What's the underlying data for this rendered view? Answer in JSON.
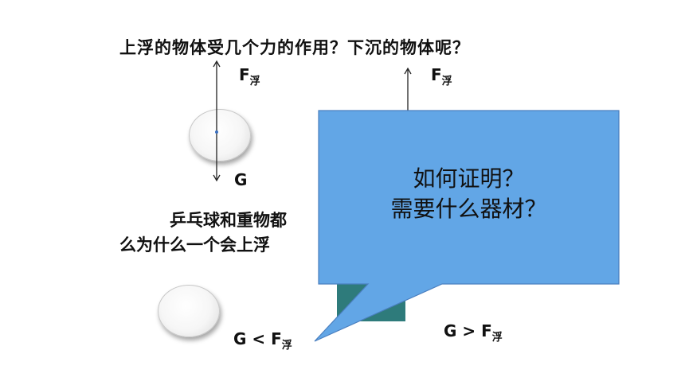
{
  "title": "上浮的物体受几个力的作用？下沉的物体呢？",
  "left_force_up": {
    "main": "F",
    "sub": "浮"
  },
  "left_force_down": "G",
  "right_force_up": {
    "main": "F",
    "sub": "浮"
  },
  "paragraph": {
    "line1": "乒乓球和重物都",
    "line2": "么为什么一个会上浮"
  },
  "relation_left": {
    "main": "G < F",
    "sub": "浮"
  },
  "relation_right": {
    "main": "G > F",
    "sub": "浮"
  },
  "callout": {
    "line1": "如何证明？",
    "line2": "需要什么器材？"
  },
  "colors": {
    "callout_fill": "#62a6e6",
    "callout_stroke": "#4a7fbf",
    "heavy_object": "#2e7b7b"
  }
}
